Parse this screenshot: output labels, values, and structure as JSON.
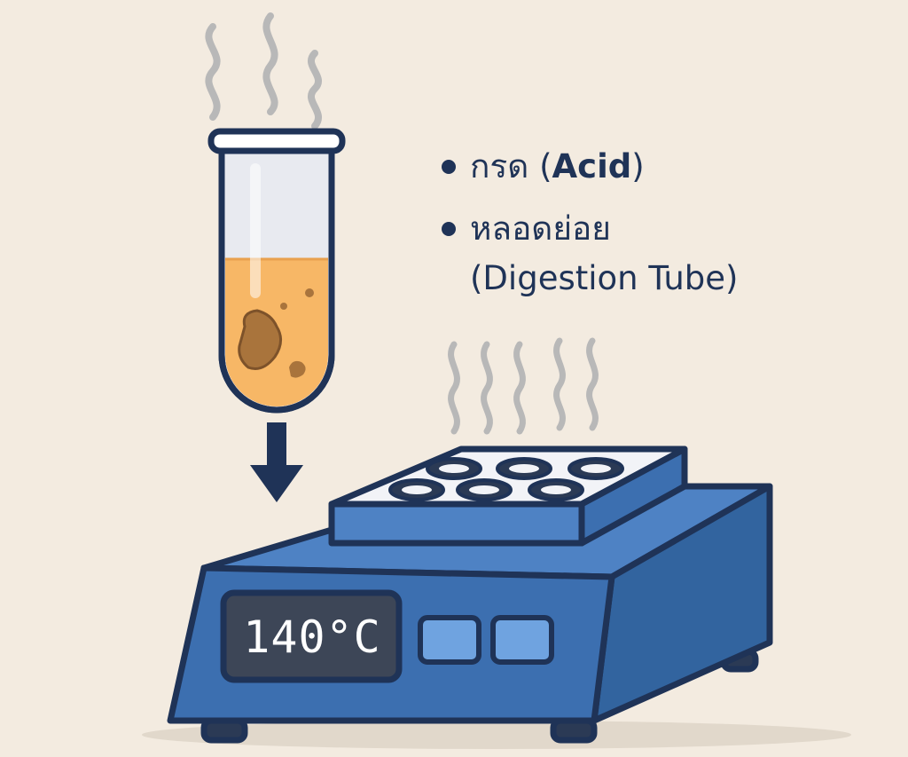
{
  "labels": {
    "acid": {
      "thai": "กรด",
      "paren_open": "(",
      "english": "Acid",
      "paren_close": ")"
    },
    "digestion_tube": {
      "thai": "หลอดย่อย",
      "english": "(Digestion Tube)"
    }
  },
  "heater": {
    "temperature": "140°C",
    "slot_count": 6,
    "button_count": 2
  },
  "colors": {
    "background": "#f3ebe0",
    "heater_body": "#3c6fb0",
    "heater_outline": "#1f3357",
    "liquid": "#f7b766",
    "sample": "#a9743c",
    "arrow": "#1f3357",
    "steam": "#b8b8b8",
    "display_screen": "#3d4657"
  },
  "icons": {
    "steam": "steam-icon",
    "arrow": "down-arrow-icon"
  }
}
